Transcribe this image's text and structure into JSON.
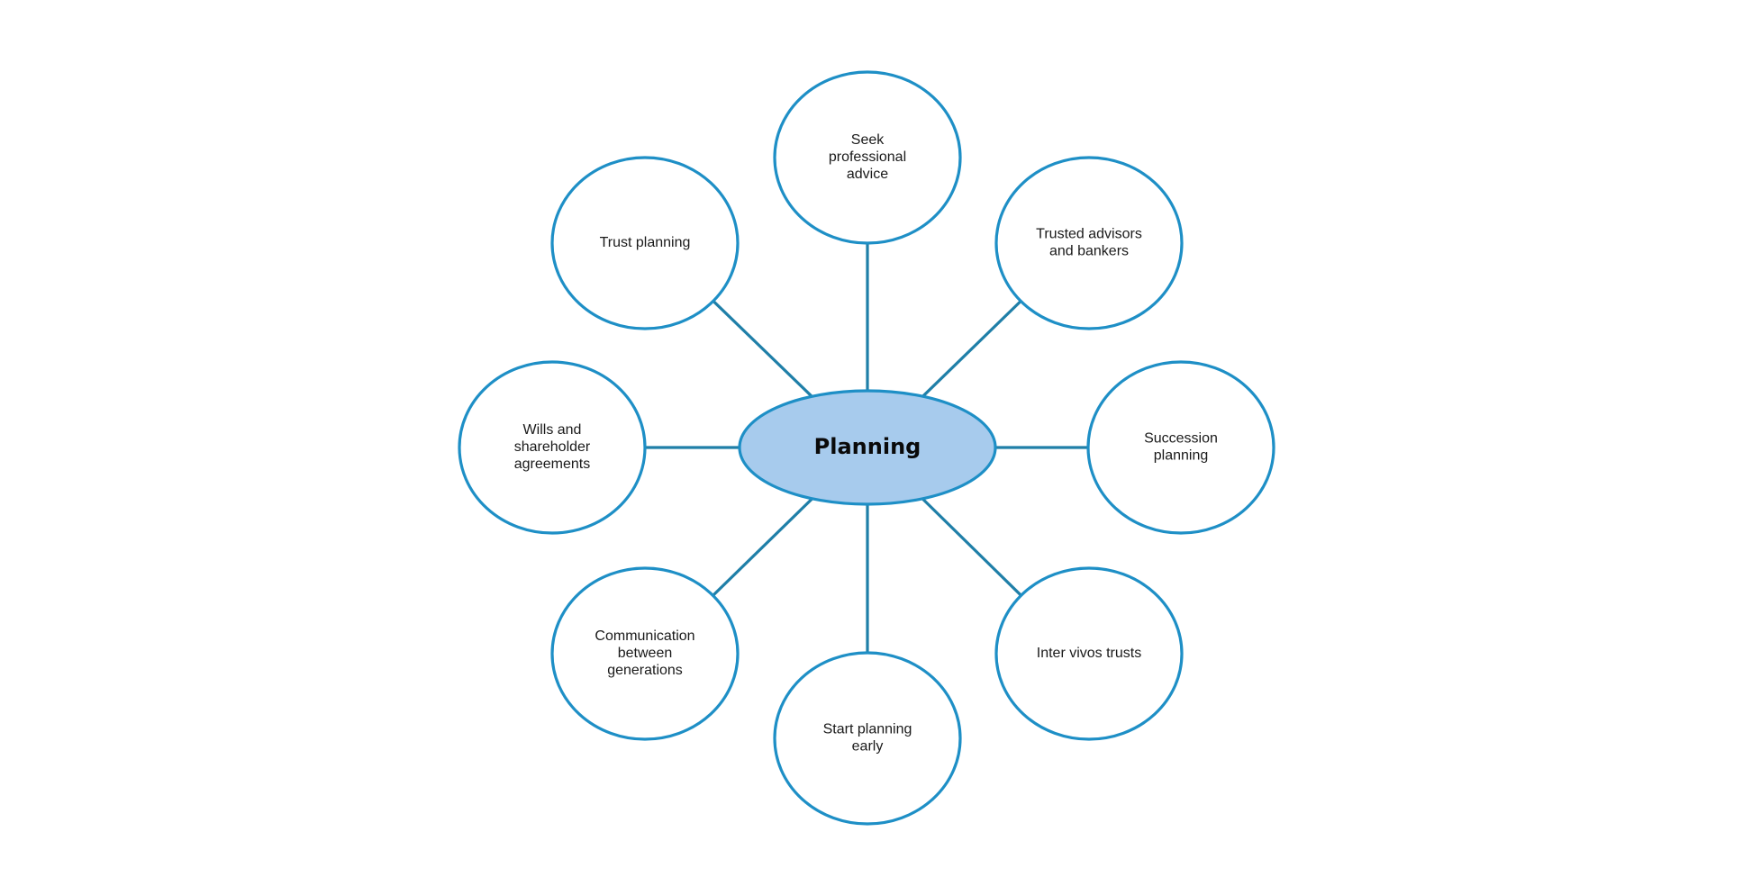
{
  "colors": {
    "outline": "#1e8fc6",
    "connector": "#1f7fa8",
    "center_fill": "#a7cbed",
    "node_fill": "#ffffff",
    "text": "#1a1a1a"
  },
  "center": {
    "label": "Planning"
  },
  "nodes": [
    {
      "id": "seek-professional-advice",
      "lines": [
        "Seek",
        "professional",
        "advice"
      ]
    },
    {
      "id": "trusted-advisors-and-bankers",
      "lines": [
        "Trusted advisors",
        "and bankers"
      ]
    },
    {
      "id": "succession-planning",
      "lines": [
        "Succession",
        "planning"
      ]
    },
    {
      "id": "inter-vivos-trusts",
      "lines": [
        "Inter vivos trusts"
      ]
    },
    {
      "id": "start-planning-early",
      "lines": [
        "Start planning",
        "early"
      ]
    },
    {
      "id": "communication-between-generations",
      "lines": [
        "Communication",
        "between",
        "generations"
      ]
    },
    {
      "id": "wills-and-shareholder-agreements",
      "lines": [
        "Wills and",
        "shareholder",
        "agreements"
      ]
    },
    {
      "id": "trust-planning",
      "lines": [
        "Trust planning"
      ]
    }
  ]
}
